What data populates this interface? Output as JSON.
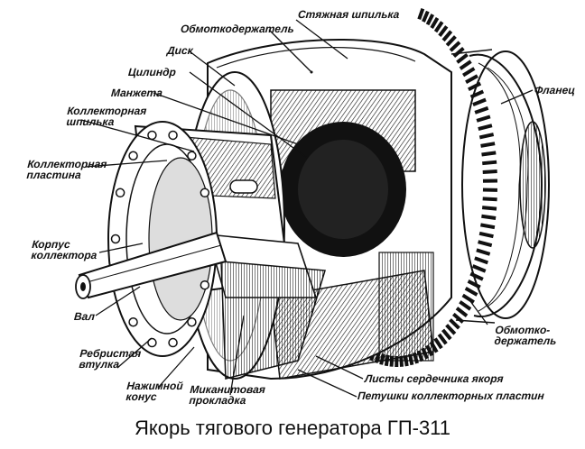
{
  "caption": "Якорь тягового генератора ГП-311",
  "labels": {
    "obmotkoderzhatel": "Обмоткодержатель",
    "styazhnaya_shpilka": "Стяжная шпилька",
    "disk": "Диск",
    "tsilindr": "Цилиндр",
    "flanets": "Фланец",
    "manzheta": "Манжета",
    "kollektornaya_shpilka_1": "Коллекторная",
    "kollektornaya_shpilka_2": "шпилька",
    "kollektornaya_plastina_1": "Коллекторная",
    "kollektornaya_plastina_2": "пластина",
    "korpus_kollektora_1": "Корпус",
    "korpus_kollektora_2": "коллектора",
    "val": "Вал",
    "rebristaya_vtulka_1": "Ребристая",
    "rebristaya_vtulka_2": "втулка",
    "nazhimnoy_konus_1": "Нажимной",
    "nazhimnoy_konus_2": "конус",
    "mikanitovaya_prokladka_1": "Миканитовая",
    "mikanitovaya_prokladka_2": "прокладка",
    "obmotkoderzhatel2_1": "Обмотко-",
    "obmotkoderzhatel2_2": "держатель",
    "listy_serdechnika": "Листы сердечника якоря",
    "petushki": "Петушки коллекторных пластин"
  }
}
